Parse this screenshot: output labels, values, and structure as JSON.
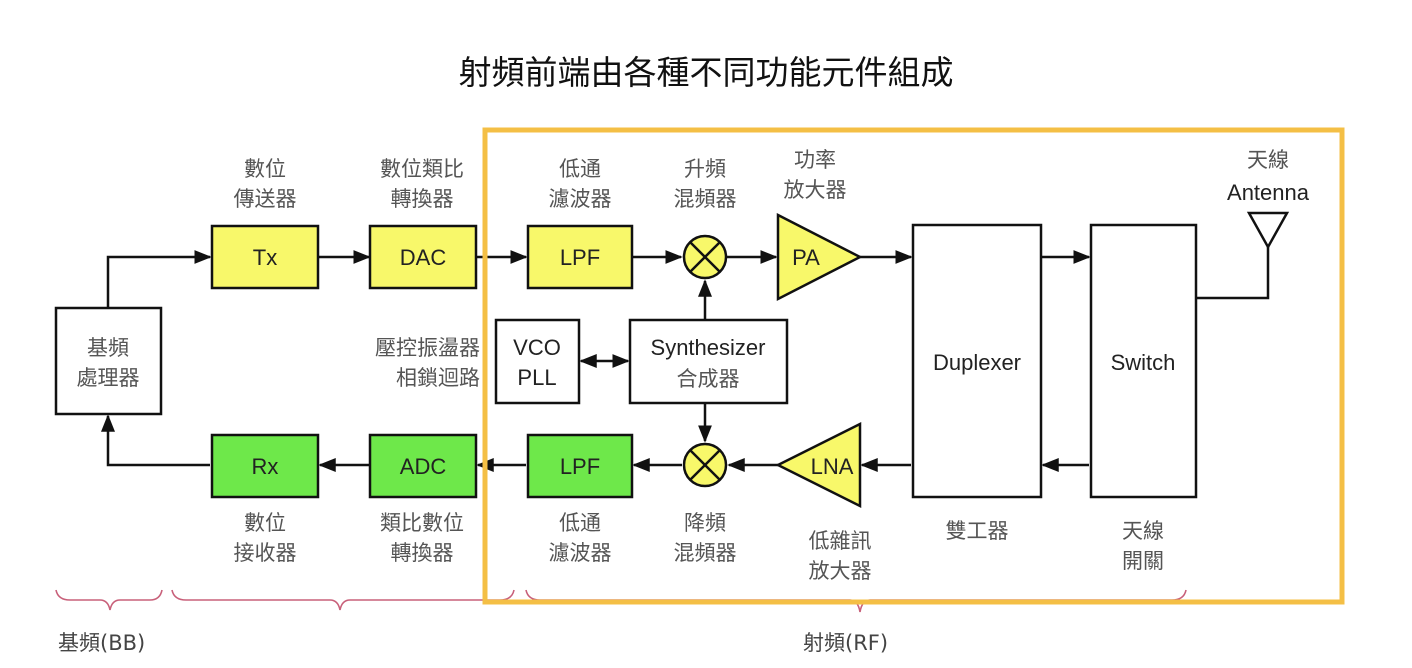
{
  "title": "射頻前端由各種不同功能元件組成",
  "colors": {
    "tx_fill": "#f8f86a",
    "rx_fill": "#6ee84a",
    "mixer_fill": "#f8f86a",
    "highlight_border": "#f4bf45",
    "brace": "#c8607a",
    "line": "#111111"
  },
  "baseband_processor": {
    "line1": "基頻",
    "line2": "處理器"
  },
  "tx_chain": {
    "tx": {
      "label": "Tx",
      "caption1": "數位",
      "caption2": "傳送器"
    },
    "dac": {
      "label": "DAC",
      "caption1": "數位類比",
      "caption2": "轉換器"
    },
    "lpf": {
      "label": "LPF",
      "caption1": "低通",
      "caption2": "濾波器"
    },
    "mixer": {
      "caption1": "升頻",
      "caption2": "混頻器"
    },
    "pa": {
      "label": "PA",
      "caption1": "功率",
      "caption2": "放大器"
    }
  },
  "rx_chain": {
    "rx": {
      "label": "Rx",
      "caption1": "數位",
      "caption2": "接收器"
    },
    "adc": {
      "label": "ADC",
      "caption1": "類比數位",
      "caption2": "轉換器"
    },
    "lpf": {
      "label": "LPF",
      "caption1": "低通",
      "caption2": "濾波器"
    },
    "mixer": {
      "caption1": "降頻",
      "caption2": "混頻器"
    },
    "lna": {
      "label": "LNA",
      "caption1": "低雜訊",
      "caption2": "放大器"
    }
  },
  "vco_pll": {
    "line1": "VCO",
    "line2": "PLL",
    "caption1": "壓控振盪器",
    "caption2": "相鎖迴路"
  },
  "synthesizer": {
    "line1": "Synthesizer",
    "line2": "合成器"
  },
  "duplexer": {
    "label": "Duplexer",
    "caption": "雙工器"
  },
  "switch": {
    "label": "Switch",
    "caption1": "天線",
    "caption2": "開關"
  },
  "antenna": {
    "caption1": "天線",
    "caption2": "Antenna"
  },
  "sections": {
    "baseband": "基頻(BB)",
    "rf": "射頻(RF)"
  }
}
